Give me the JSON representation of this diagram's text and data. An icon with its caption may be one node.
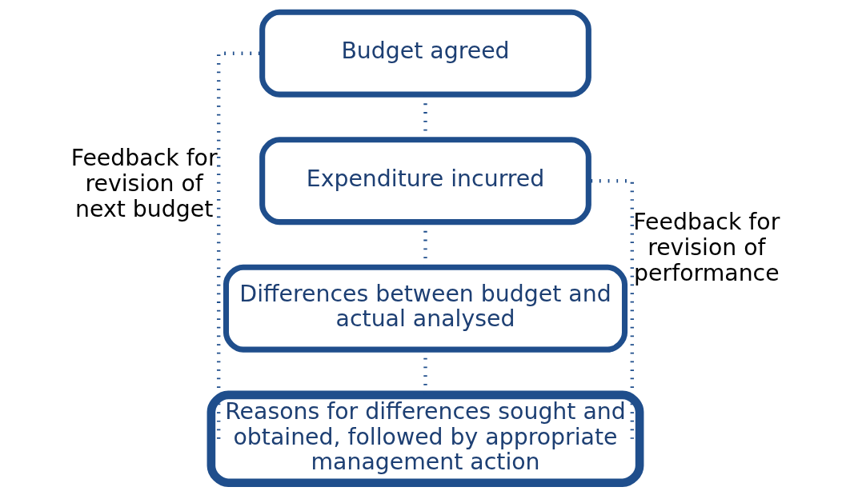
{
  "diagram": {
    "nodes": [
      {
        "text": [
          "Budget agreed"
        ]
      },
      {
        "text": [
          "Expenditure incurred"
        ]
      },
      {
        "text": [
          "Differences between budget and actual analysed"
        ]
      },
      {
        "text": [
          "Reasons for differences sought and obtained, followed by appropriate management action"
        ]
      }
    ],
    "edges": [
      {
        "from": 0,
        "to": 1,
        "arrow": "none"
      },
      {
        "from": 1,
        "to": 2,
        "arrow": "none"
      },
      {
        "from": 2,
        "to": 3,
        "arrow": "none"
      },
      {
        "from": 3,
        "to": 0,
        "arrow": "none",
        "label": "Feedback for revision of next budget"
      },
      {
        "from": 3,
        "to": 1,
        "arrow": "none",
        "label": "Feedback for revision of performance"
      }
    ]
  }
}
